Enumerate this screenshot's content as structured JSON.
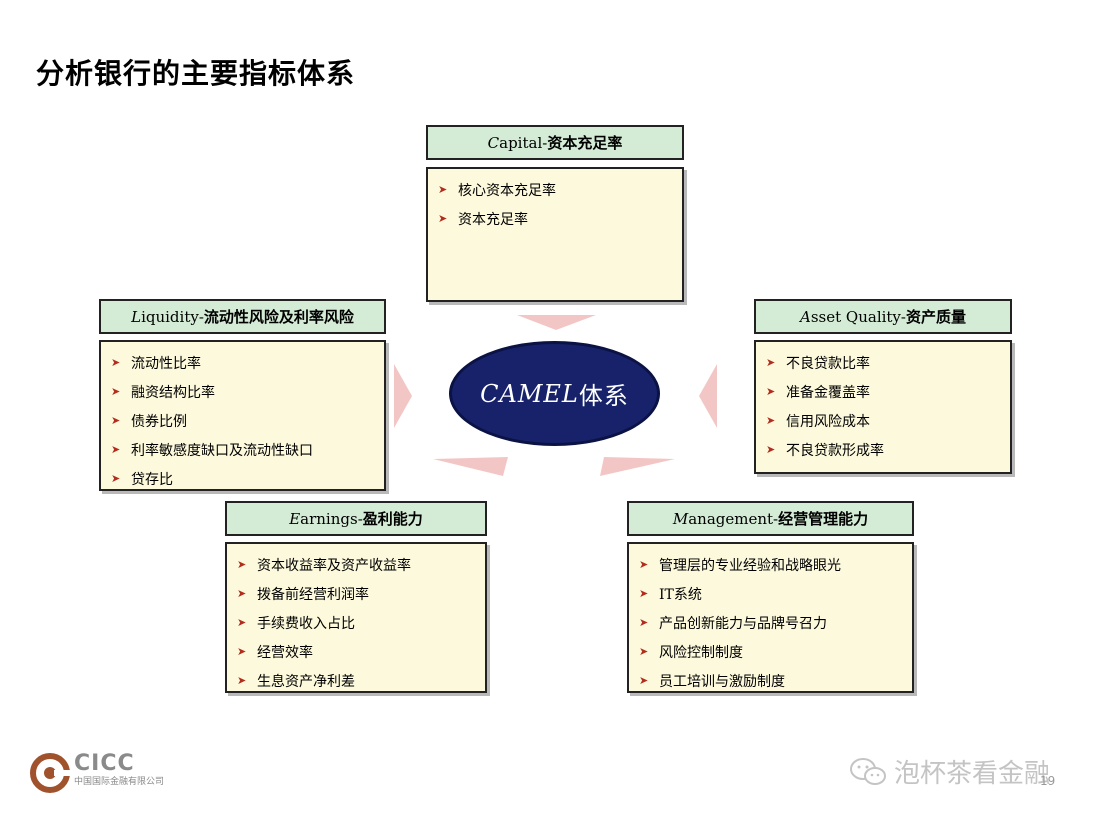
{
  "title": "分析银行的主要指标体系",
  "hub": {
    "prefix": "CAMEL",
    "suffix": "体系"
  },
  "capital": {
    "letter": "C",
    "rest": "apital-",
    "cn": "资本充足率",
    "items": [
      "核心资本充足率",
      "资本充足率"
    ]
  },
  "asset": {
    "letter": "A",
    "rest": "sset Quality-",
    "cn": "资产质量",
    "items": [
      "不良贷款比率",
      "准备金覆盖率",
      "信用风险成本",
      "不良贷款形成率"
    ]
  },
  "liquidity": {
    "letter": "L",
    "rest": "iquidity-",
    "cn": "流动性风险及利率风险",
    "items": [
      "流动性比率",
      "融资结构比率",
      "债券比例",
      "利率敏感度缺口及流动性缺口",
      "贷存比"
    ]
  },
  "earnings": {
    "letter": "E",
    "rest": "arnings-",
    "cn": "盈利能力",
    "items": [
      "资本收益率及资产收益率",
      "拨备前经营利润率",
      "手续费收入占比",
      "经营效率",
      "生息资产净利差"
    ]
  },
  "management": {
    "letter": "M",
    "rest": "anagement-",
    "cn": "经营管理能力",
    "items": [
      "管理层的专业经验和战略眼光",
      "IT系统",
      "产品创新能力与品牌号召力",
      "风险控制制度",
      "员工培训与激励制度"
    ]
  },
  "logo": {
    "name": "CICC",
    "sub": "中国国际金融有限公司"
  },
  "watermark": "泡杯茶看金融",
  "page_number": "19",
  "colors": {
    "header_bg": "#d4ecd6",
    "box_bg": "#fdf9dc",
    "hub_bg": "#17226b",
    "bullet": "#b22d1e",
    "pointer": "#f3c6c6"
  }
}
